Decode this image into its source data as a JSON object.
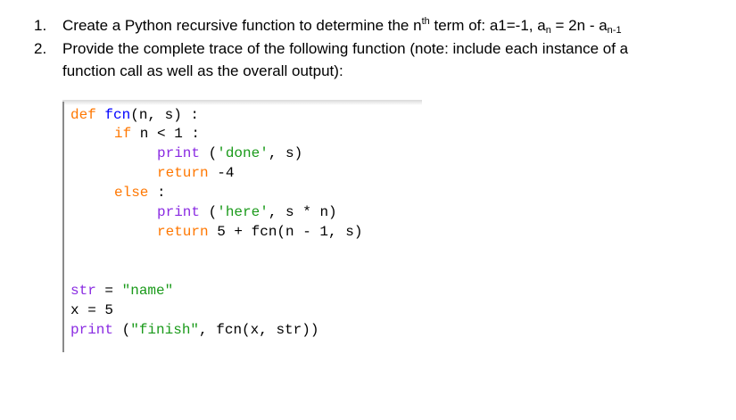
{
  "questions": [
    {
      "number": "1.",
      "text_before": "Create a Python recursive function to determine the n",
      "sup_th": "th",
      "text_mid": " term of:  a1=-1, a",
      "sub_n": "n",
      "text_mid2": " = 2n - a",
      "sub_n1": "n-1"
    },
    {
      "number": "2.",
      "line1": "Provide the complete trace of the following function (note:  include each instance of a",
      "line2": "function call as well as the overall output):"
    }
  ],
  "code": {
    "l1_def": "def",
    "l1_name": " fcn",
    "l1_rest": "(n, s) :",
    "l2_if": "if",
    "l2_rest": " n < 1 :",
    "l3_print": "print",
    "l3_a": " (",
    "l3_str": "'done'",
    "l3_b": ", s)",
    "l4_return": "return",
    "l4_rest": " -4",
    "l5_else": "else",
    "l5_rest": " :",
    "l6_print": "print",
    "l6_a": " (",
    "l6_str": "'here'",
    "l6_b": ", s * n)",
    "l7_return": "return",
    "l7_rest": " 5 + fcn(n - 1, s)",
    "l8_var": "str",
    "l8_eq": " = ",
    "l8_str": "\"name\"",
    "l9": "x = 5",
    "l10_print": "print",
    "l10_a": " (",
    "l10_str": "\"finish\"",
    "l10_b": ", fcn(x, str))"
  }
}
